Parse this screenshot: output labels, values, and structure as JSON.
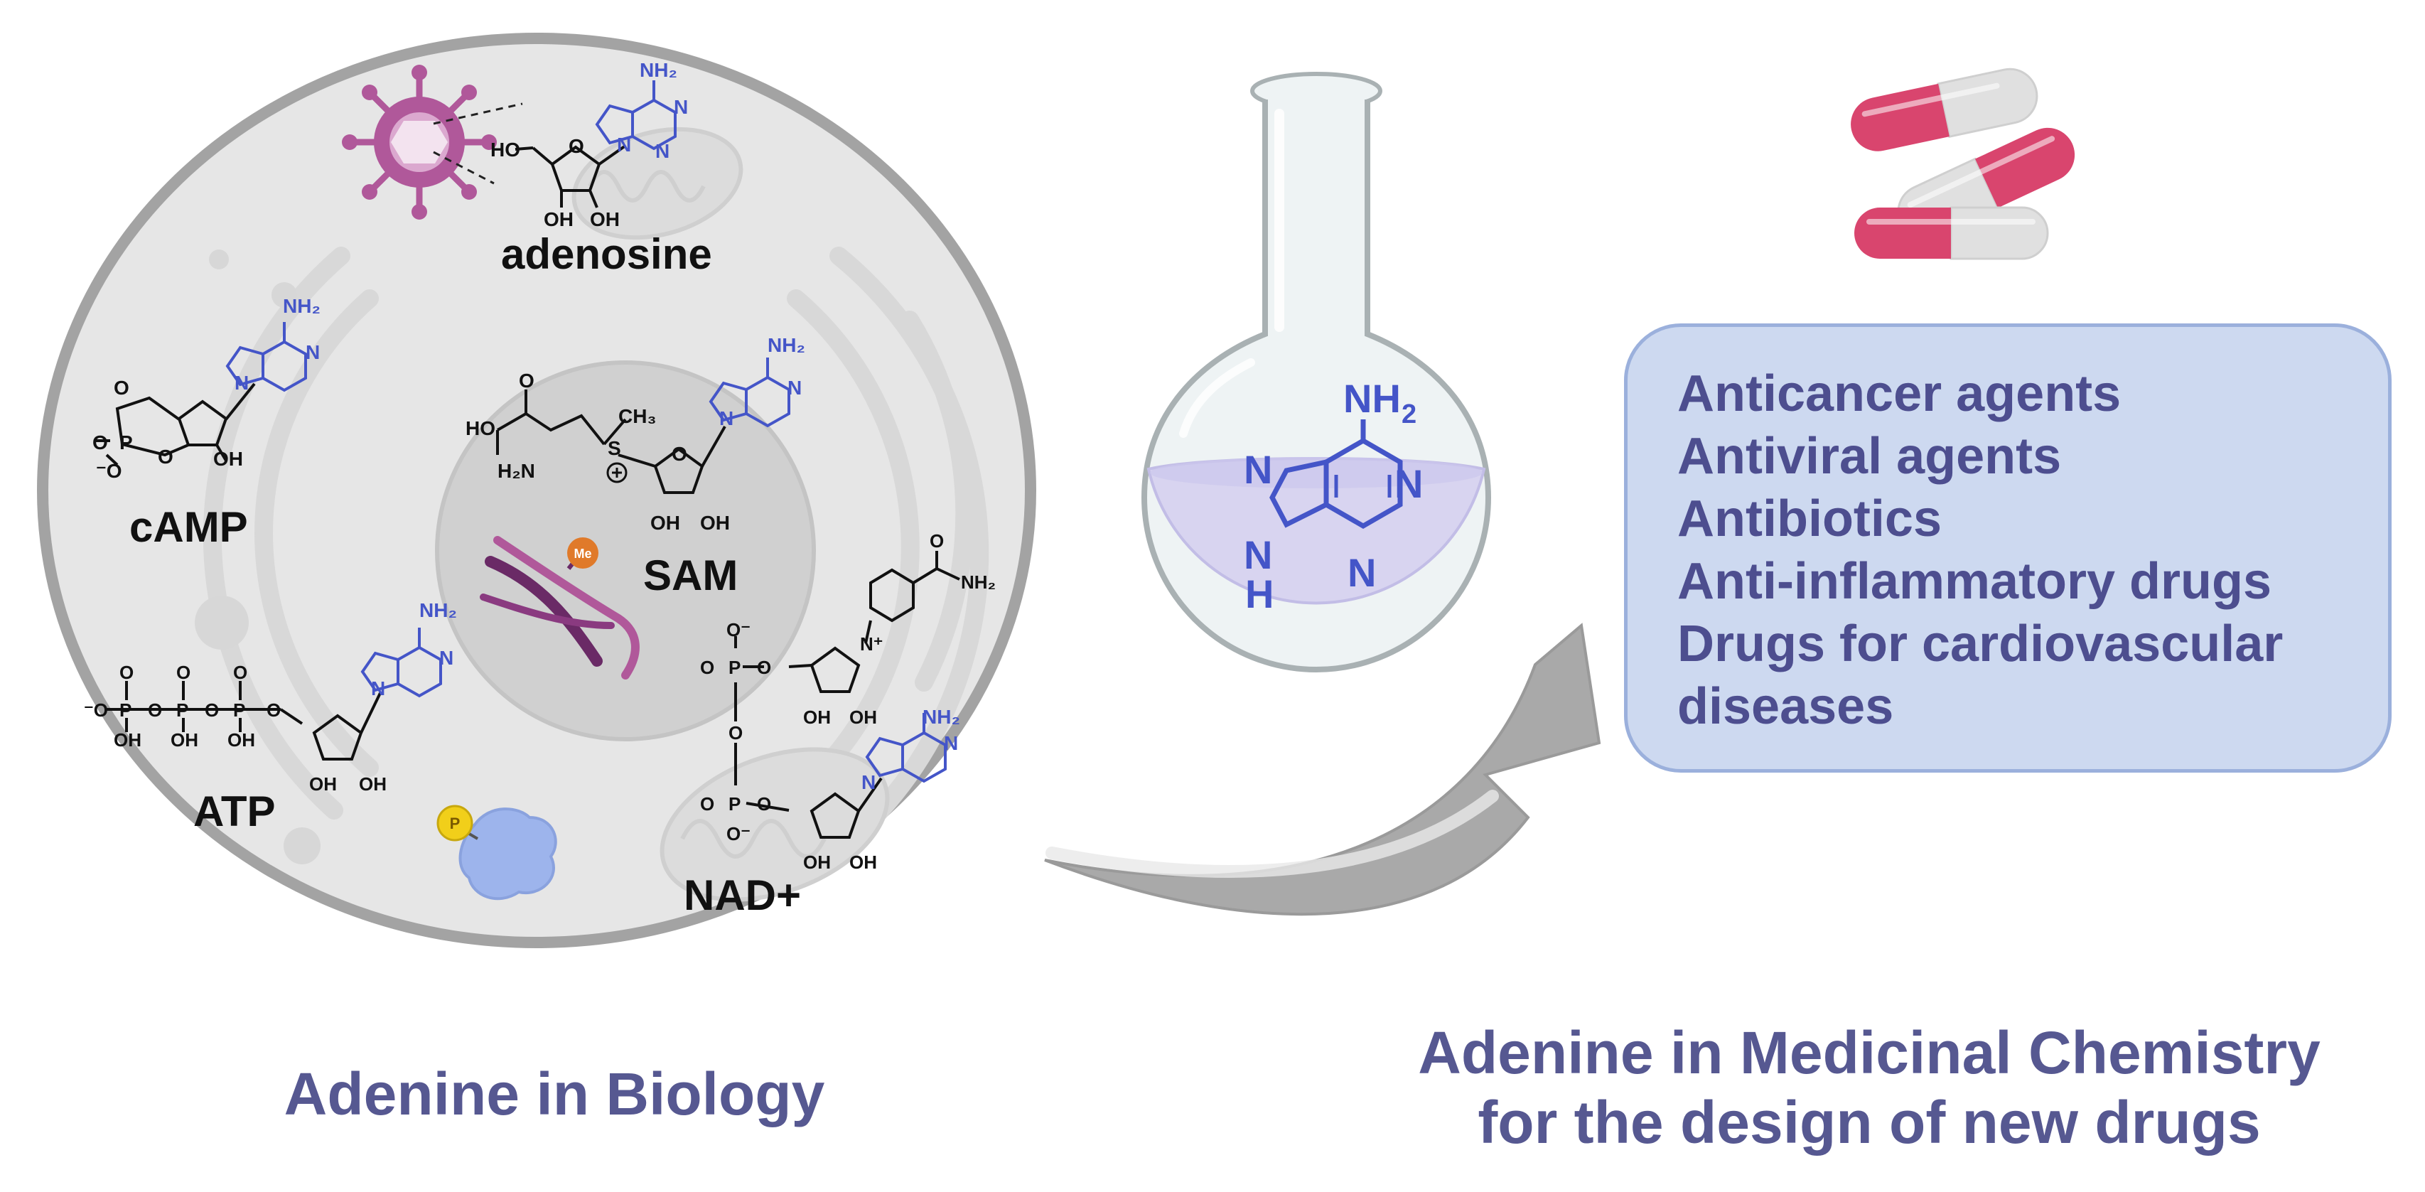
{
  "molecules": {
    "adenosine": "adenosine",
    "camp": "cAMP",
    "sam": "SAM",
    "atp": "ATP",
    "nad": "NAD+"
  },
  "atoms": {
    "nh2": "NH₂",
    "n": "N",
    "h": "H",
    "o": "O",
    "p": "P",
    "s": "S",
    "oh": "OH",
    "ho": "HO",
    "ch3": "CH₃",
    "o_minus": "O⁻",
    "minus_o": "⁻O",
    "h2n": "H₂N",
    "n_plus": "N⁺"
  },
  "badges": {
    "methyl": "Me",
    "phosphate": "P"
  },
  "flask": {
    "nh2": "NH",
    "subscript": "2",
    "n": "N",
    "h": "H"
  },
  "drug_classes": [
    "Anticancer agents",
    "Antiviral agents",
    "Antibiotics",
    "Anti-inflammatory drugs",
    "Drugs for cardiovascular",
    "diseases"
  ],
  "captions": {
    "biology": "Adenine in Biology",
    "medicinal_line1": "Adenine in Medicinal Chemistry",
    "medicinal_line2": "for the design of new drugs"
  },
  "colors": {
    "adenine_blue": "#4455c8",
    "caption_purple": "#565891",
    "box_fill": "#cdd9f0",
    "box_border": "#9bb0dc",
    "cell_fill": "#e6e6e6",
    "cell_border": "#a3a3a3",
    "nucleus_fill": "#d0d0d0",
    "virus_magenta": "#b0589a",
    "dna_purple": "#6a2a66",
    "methyl_orange": "#e07a2a",
    "phosphate_yellow": "#f1cf1a",
    "protein_blue": "#9db4ec",
    "pill_red": "#d9456e",
    "pill_white": "#e0e0e0"
  },
  "icons": [
    "cell",
    "nucleus",
    "mitochondrion",
    "virus",
    "dna-helix",
    "protein",
    "round-bottom-flask",
    "curved-arrow",
    "capsule"
  ]
}
